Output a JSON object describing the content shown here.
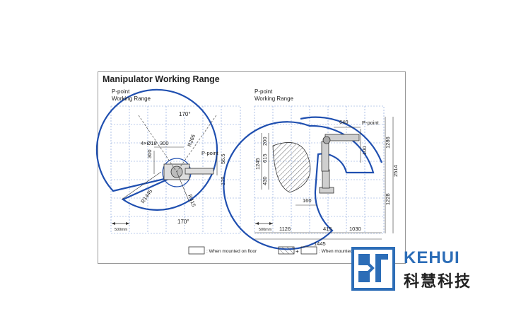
{
  "title": "Manipulator Working Range",
  "left_view": {
    "ppoint_label_1": "P-point",
    "ppoint_label_2": "Working Range",
    "angle_top": "170°",
    "angle_bottom": "170°",
    "holes": "4×Ø18",
    "dim_300_h": "300",
    "dim_300_v": "300",
    "r_small": "R266",
    "ppoint_small": "P-point",
    "dim_565": "56.5",
    "dim_139": "139",
    "r_1445": "R1445",
    "r_415": "R415",
    "scale_label": "500mm"
  },
  "right_view": {
    "ppoint_label_1": "P-point",
    "ppoint_label_2": "Working Range",
    "ppoint_small": "P-point",
    "dim_640": "640",
    "dim_200": "200",
    "dim_615": "615",
    "dim_1245": "1245",
    "dim_430": "430",
    "dim_100": "100",
    "dim_1286": "1286",
    "dim_2514": "2514",
    "dim_1228": "1228",
    "dim_160": "160",
    "dim_1126": "1126",
    "dim_415": "415",
    "dim_1030": "1030",
    "dim_1445": "1445",
    "scale_label": "500mm"
  },
  "legend": {
    "floor": ": When mounted on floor",
    "wall": ": When mounted on wall or ceiling",
    "plus": "+"
  },
  "brand": {
    "name": "KEHUI",
    "chinese": "科慧科技",
    "color": "#2c6db7"
  },
  "colors": {
    "grid": "#7a9ad8",
    "range_stroke": "#1f4fb0",
    "line": "#333333"
  }
}
